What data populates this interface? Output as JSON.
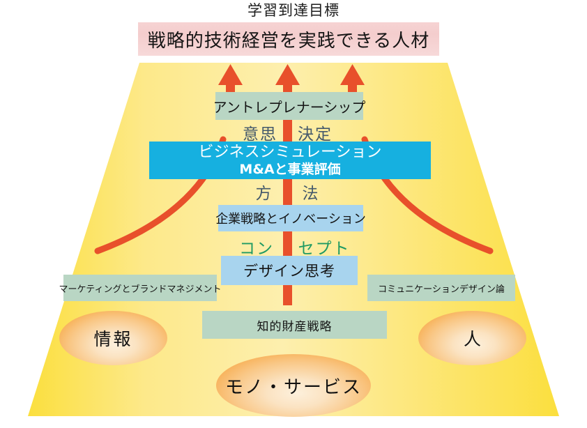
{
  "title": "学習到達目標",
  "goal_banner": "戦略的技術経営を実践できる人材",
  "colors": {
    "pyramid_yellow": "#fbe14b",
    "pyramid_yellow_light": "#fdeea0",
    "arrow_orange": "#e8502b",
    "banner_pink": "#f4cdcd",
    "green_box": "#b9d6c4",
    "light_blue_box": "#a8d4ee",
    "cyan_box": "#16b0e0",
    "ellipse_orange": "#f9a03c",
    "label_slate": "#44596b",
    "label_green": "#1f9a63"
  },
  "boxes": {
    "entrepreneurship": "アントレプレナーシップ",
    "business_simulation_line1": "ビジネスシミュレーション",
    "business_simulation_line2": "M&Aと事業評価",
    "corporate_strategy": "企業戦略とイノベーション",
    "design_thinking": "デザイン思考",
    "marketing_brand": "マーケティングとブランドマネジメント",
    "communication_design": "コミュニケーションデザイン論",
    "ip_strategy": "知的財産戦略"
  },
  "stage_labels": {
    "decision_left": "意思",
    "decision_right": "決定",
    "method_left": "方",
    "method_right": "法",
    "concept_left": "コン",
    "concept_right": "セプト"
  },
  "foundation": {
    "information": "情報",
    "people": "人",
    "goods_services": "モノ・サービス"
  }
}
